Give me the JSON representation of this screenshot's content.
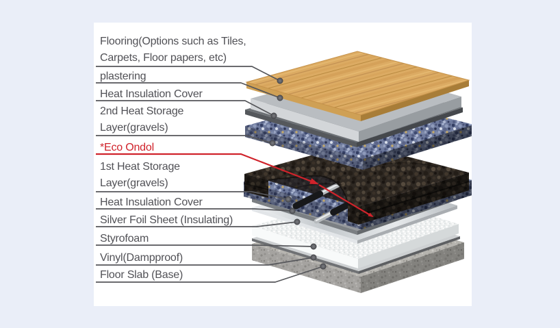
{
  "diagram": {
    "labels": [
      {
        "id": "flooring",
        "text": "Flooring(Options such as Tiles,\nCarpets, Floor papers, etc)"
      },
      {
        "id": "plastering",
        "text": "plastering"
      },
      {
        "id": "heat-insulation-cover-top",
        "text": "Heat Insulation Cover"
      },
      {
        "id": "second-heat-storage",
        "text": "2nd Heat Storage\nLayer(gravels)"
      },
      {
        "id": "eco-ondol",
        "text": "*Eco Ondol",
        "emphasis": true
      },
      {
        "id": "first-heat-storage",
        "text": "1st Heat Storage\nLayer(gravels)"
      },
      {
        "id": "heat-insulation-cover-bottom",
        "text": "Heat Insulation Cover"
      },
      {
        "id": "silver-foil",
        "text": "Silver Foil Sheet (Insulating)"
      },
      {
        "id": "styrofoam",
        "text": "Styrofoam"
      },
      {
        "id": "vinyl",
        "text": "Vinyl(Dampproof)"
      },
      {
        "id": "floor-slab",
        "text": "Floor Slab (Base)"
      }
    ],
    "colors": {
      "background": "#eaeef8",
      "panel": "#ffffff",
      "label_text": "#515156",
      "emphasis_red": "#d0232b",
      "leader_line": "#55565a",
      "wood": "#dcab63",
      "plaster": "#b9bdc1",
      "gravel": "#6e7a9d",
      "eco_ondol": "#2e2822",
      "styrofoam": "#edefef",
      "concrete": "#b6b4af"
    }
  }
}
